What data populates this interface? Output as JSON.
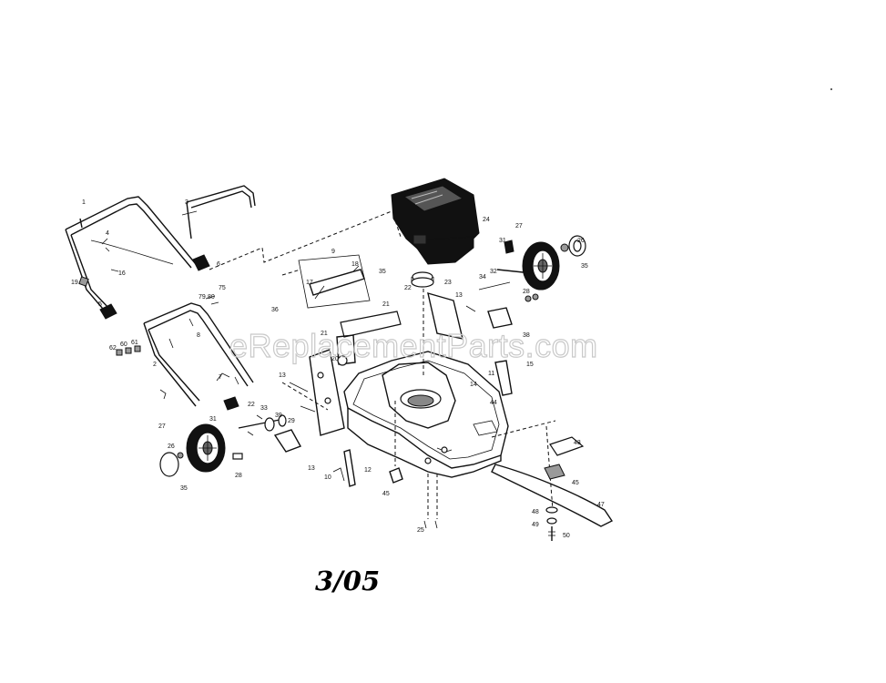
{
  "diagram": {
    "date_stamp": "3/05",
    "watermark": "eReplacementParts.com",
    "callouts": [
      {
        "id": "c-1",
        "text": "1"
      },
      {
        "id": "c-2",
        "text": "2"
      },
      {
        "id": "c-3",
        "text": "3"
      },
      {
        "id": "c-4",
        "text": "4"
      },
      {
        "id": "c-5",
        "text": "5"
      },
      {
        "id": "c-6",
        "text": "6"
      },
      {
        "id": "c-7",
        "text": "7"
      },
      {
        "id": "c-8",
        "text": "8"
      },
      {
        "id": "c-9",
        "text": "9"
      },
      {
        "id": "c-10",
        "text": "10"
      },
      {
        "id": "c-11",
        "text": "11"
      },
      {
        "id": "c-12",
        "text": "12"
      },
      {
        "id": "c-13a",
        "text": "13"
      },
      {
        "id": "c-13b",
        "text": "13"
      },
      {
        "id": "c-13c",
        "text": "13"
      },
      {
        "id": "c-14",
        "text": "14"
      },
      {
        "id": "c-15",
        "text": "15"
      },
      {
        "id": "c-16",
        "text": "16"
      },
      {
        "id": "c-17",
        "text": "17"
      },
      {
        "id": "c-18",
        "text": "18"
      },
      {
        "id": "c-19",
        "text": "19"
      },
      {
        "id": "c-20",
        "text": "20"
      },
      {
        "id": "c-21a",
        "text": "21"
      },
      {
        "id": "c-21b",
        "text": "21"
      },
      {
        "id": "c-22a",
        "text": "22"
      },
      {
        "id": "c-22b",
        "text": "22"
      },
      {
        "id": "c-23",
        "text": "23"
      },
      {
        "id": "c-24",
        "text": "24"
      },
      {
        "id": "c-25",
        "text": "25"
      },
      {
        "id": "c-26a",
        "text": "26"
      },
      {
        "id": "c-26b",
        "text": "26"
      },
      {
        "id": "c-27a",
        "text": "27"
      },
      {
        "id": "c-27b",
        "text": "27"
      },
      {
        "id": "c-28a",
        "text": "28"
      },
      {
        "id": "c-28b",
        "text": "28"
      },
      {
        "id": "c-29",
        "text": "29"
      },
      {
        "id": "c-31a",
        "text": "31"
      },
      {
        "id": "c-31b",
        "text": "31"
      },
      {
        "id": "c-32",
        "text": "32"
      },
      {
        "id": "c-33",
        "text": "33"
      },
      {
        "id": "c-34",
        "text": "34"
      },
      {
        "id": "c-35a",
        "text": "35"
      },
      {
        "id": "c-35b",
        "text": "35"
      },
      {
        "id": "c-35c",
        "text": "35"
      },
      {
        "id": "c-36",
        "text": "36"
      },
      {
        "id": "c-38",
        "text": "38"
      },
      {
        "id": "c-39",
        "text": "39"
      },
      {
        "id": "c-43",
        "text": "43"
      },
      {
        "id": "c-44",
        "text": "44"
      },
      {
        "id": "c-45a",
        "text": "45"
      },
      {
        "id": "c-45b",
        "text": "45"
      },
      {
        "id": "c-47",
        "text": "47"
      },
      {
        "id": "c-48",
        "text": "48"
      },
      {
        "id": "c-49",
        "text": "49"
      },
      {
        "id": "c-50",
        "text": "50"
      },
      {
        "id": "c-60",
        "text": "60"
      },
      {
        "id": "c-61",
        "text": "61"
      },
      {
        "id": "c-62",
        "text": "62"
      },
      {
        "id": "c-75",
        "text": "75"
      },
      {
        "id": "c-79",
        "text": "79"
      },
      {
        "id": "c-80",
        "text": "80"
      }
    ]
  }
}
